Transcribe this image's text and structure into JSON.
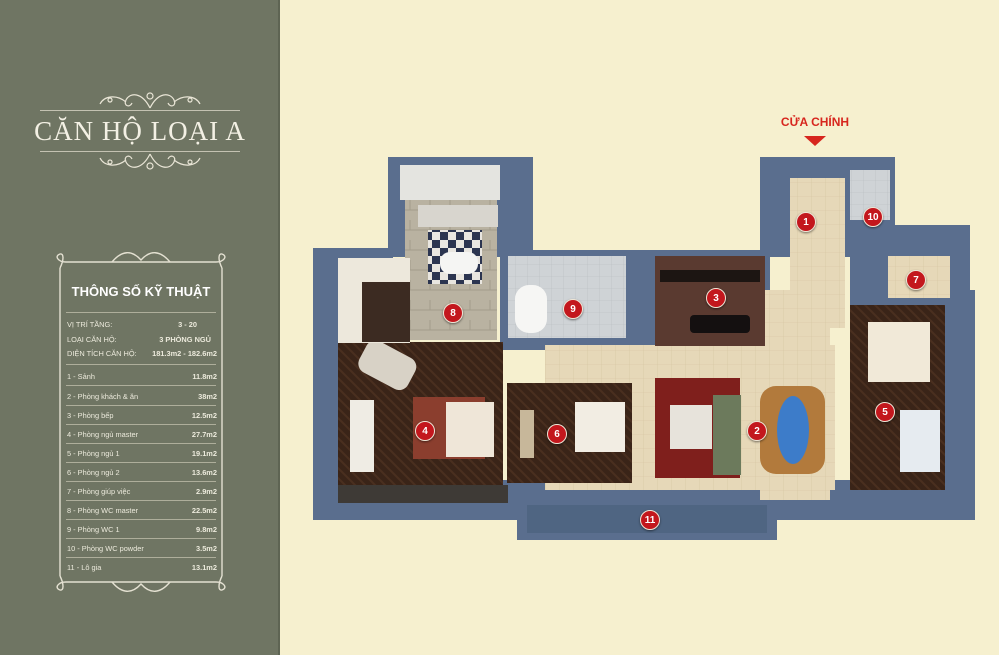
{
  "title": "CĂN HỘ LOẠI A",
  "entrance_label": "CỬA CHÍNH",
  "specs": {
    "heading": "THÔNG SỐ KỸ THUẬT",
    "general": [
      {
        "label": "VỊ TRÍ TẦNG:",
        "value": "3 - 20"
      },
      {
        "label": "LOẠI CĂN HỘ:",
        "value": "3 PHÒNG NGỦ"
      },
      {
        "label": "DIỆN TÍCH CĂN HỘ:",
        "value": "181.3m2 - 182.6m2"
      }
    ],
    "rooms": [
      {
        "label": "1 - Sảnh",
        "value": "11.8m2"
      },
      {
        "label": "2 - Phòng khách & ăn",
        "value": "38m2"
      },
      {
        "label": "3 - Phòng bếp",
        "value": "12.5m2"
      },
      {
        "label": "4 - Phòng ngủ master",
        "value": "27.7m2"
      },
      {
        "label": "5 - Phòng ngủ 1",
        "value": "19.1m2"
      },
      {
        "label": "6 - Phòng ngủ 2",
        "value": "13.6m2"
      },
      {
        "label": "7 - Phòng giúp việc",
        "value": "2.9m2"
      },
      {
        "label": "8 - Phòng WC master",
        "value": "22.5m2"
      },
      {
        "label": "9 - Phòng WC 1",
        "value": "9.8m2"
      },
      {
        "label": "10 - Phòng WC powder",
        "value": "3.5m2"
      },
      {
        "label": "11 - Lô gia",
        "value": "13.1m2"
      }
    ]
  },
  "markers": [
    "1",
    "2",
    "3",
    "4",
    "5",
    "6",
    "7",
    "8",
    "9",
    "10",
    "11"
  ],
  "colors": {
    "panel": "#6f7563",
    "background": "#f6f0cf",
    "wall": "#5a6e8e",
    "accent": "#d7261e",
    "marker": "#c3171d"
  }
}
